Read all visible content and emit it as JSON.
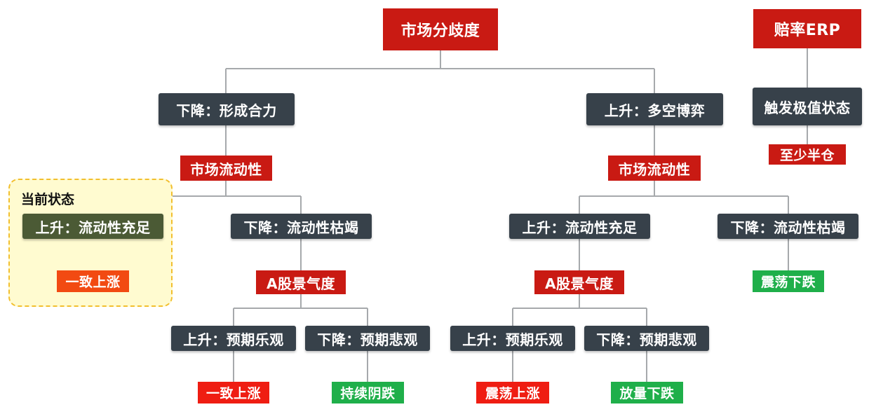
{
  "diagram": {
    "root": {
      "label": "市场分歧度"
    },
    "erp": {
      "label": "赔率ERP",
      "trigger": "触发极值状态",
      "action": "至少半仓"
    },
    "left": {
      "label": "下降：形成合力",
      "liquidity": "市场流动性",
      "current_state_label": "当前状态",
      "liq_up": {
        "label": "上升：流动性充足",
        "result": "一致上涨"
      },
      "liq_down": {
        "label": "下降：流动性枯竭",
        "sentiment": "A股景气度",
        "sent_up": {
          "label": "上升：预期乐观",
          "result": "一致上涨"
        },
        "sent_down": {
          "label": "下降：预期悲观",
          "result": "持续阴跌"
        }
      }
    },
    "right": {
      "label": "上升：多空博弈",
      "liquidity": "市场流动性",
      "liq_up": {
        "label": "上升：流动性充足",
        "sentiment": "A股景气度",
        "sent_up": {
          "label": "上升：预期乐观",
          "result": "震荡上涨"
        },
        "sent_down": {
          "label": "下降：预期悲观",
          "result": "放量下跌"
        }
      },
      "liq_down": {
        "label": "下降：流动性枯竭",
        "result": "震荡下跌"
      }
    }
  },
  "colors": {
    "dark_node": "#37414a",
    "current_node": "#4b5a35",
    "red_label": "#c91a13",
    "up_result": "#ef1d12",
    "current_result": "#f24a12",
    "down_result": "#1faf4a",
    "connector": "#a6a9ac",
    "highlight_border": "#f2bf2e",
    "highlight_fill": "#fffbd0"
  }
}
